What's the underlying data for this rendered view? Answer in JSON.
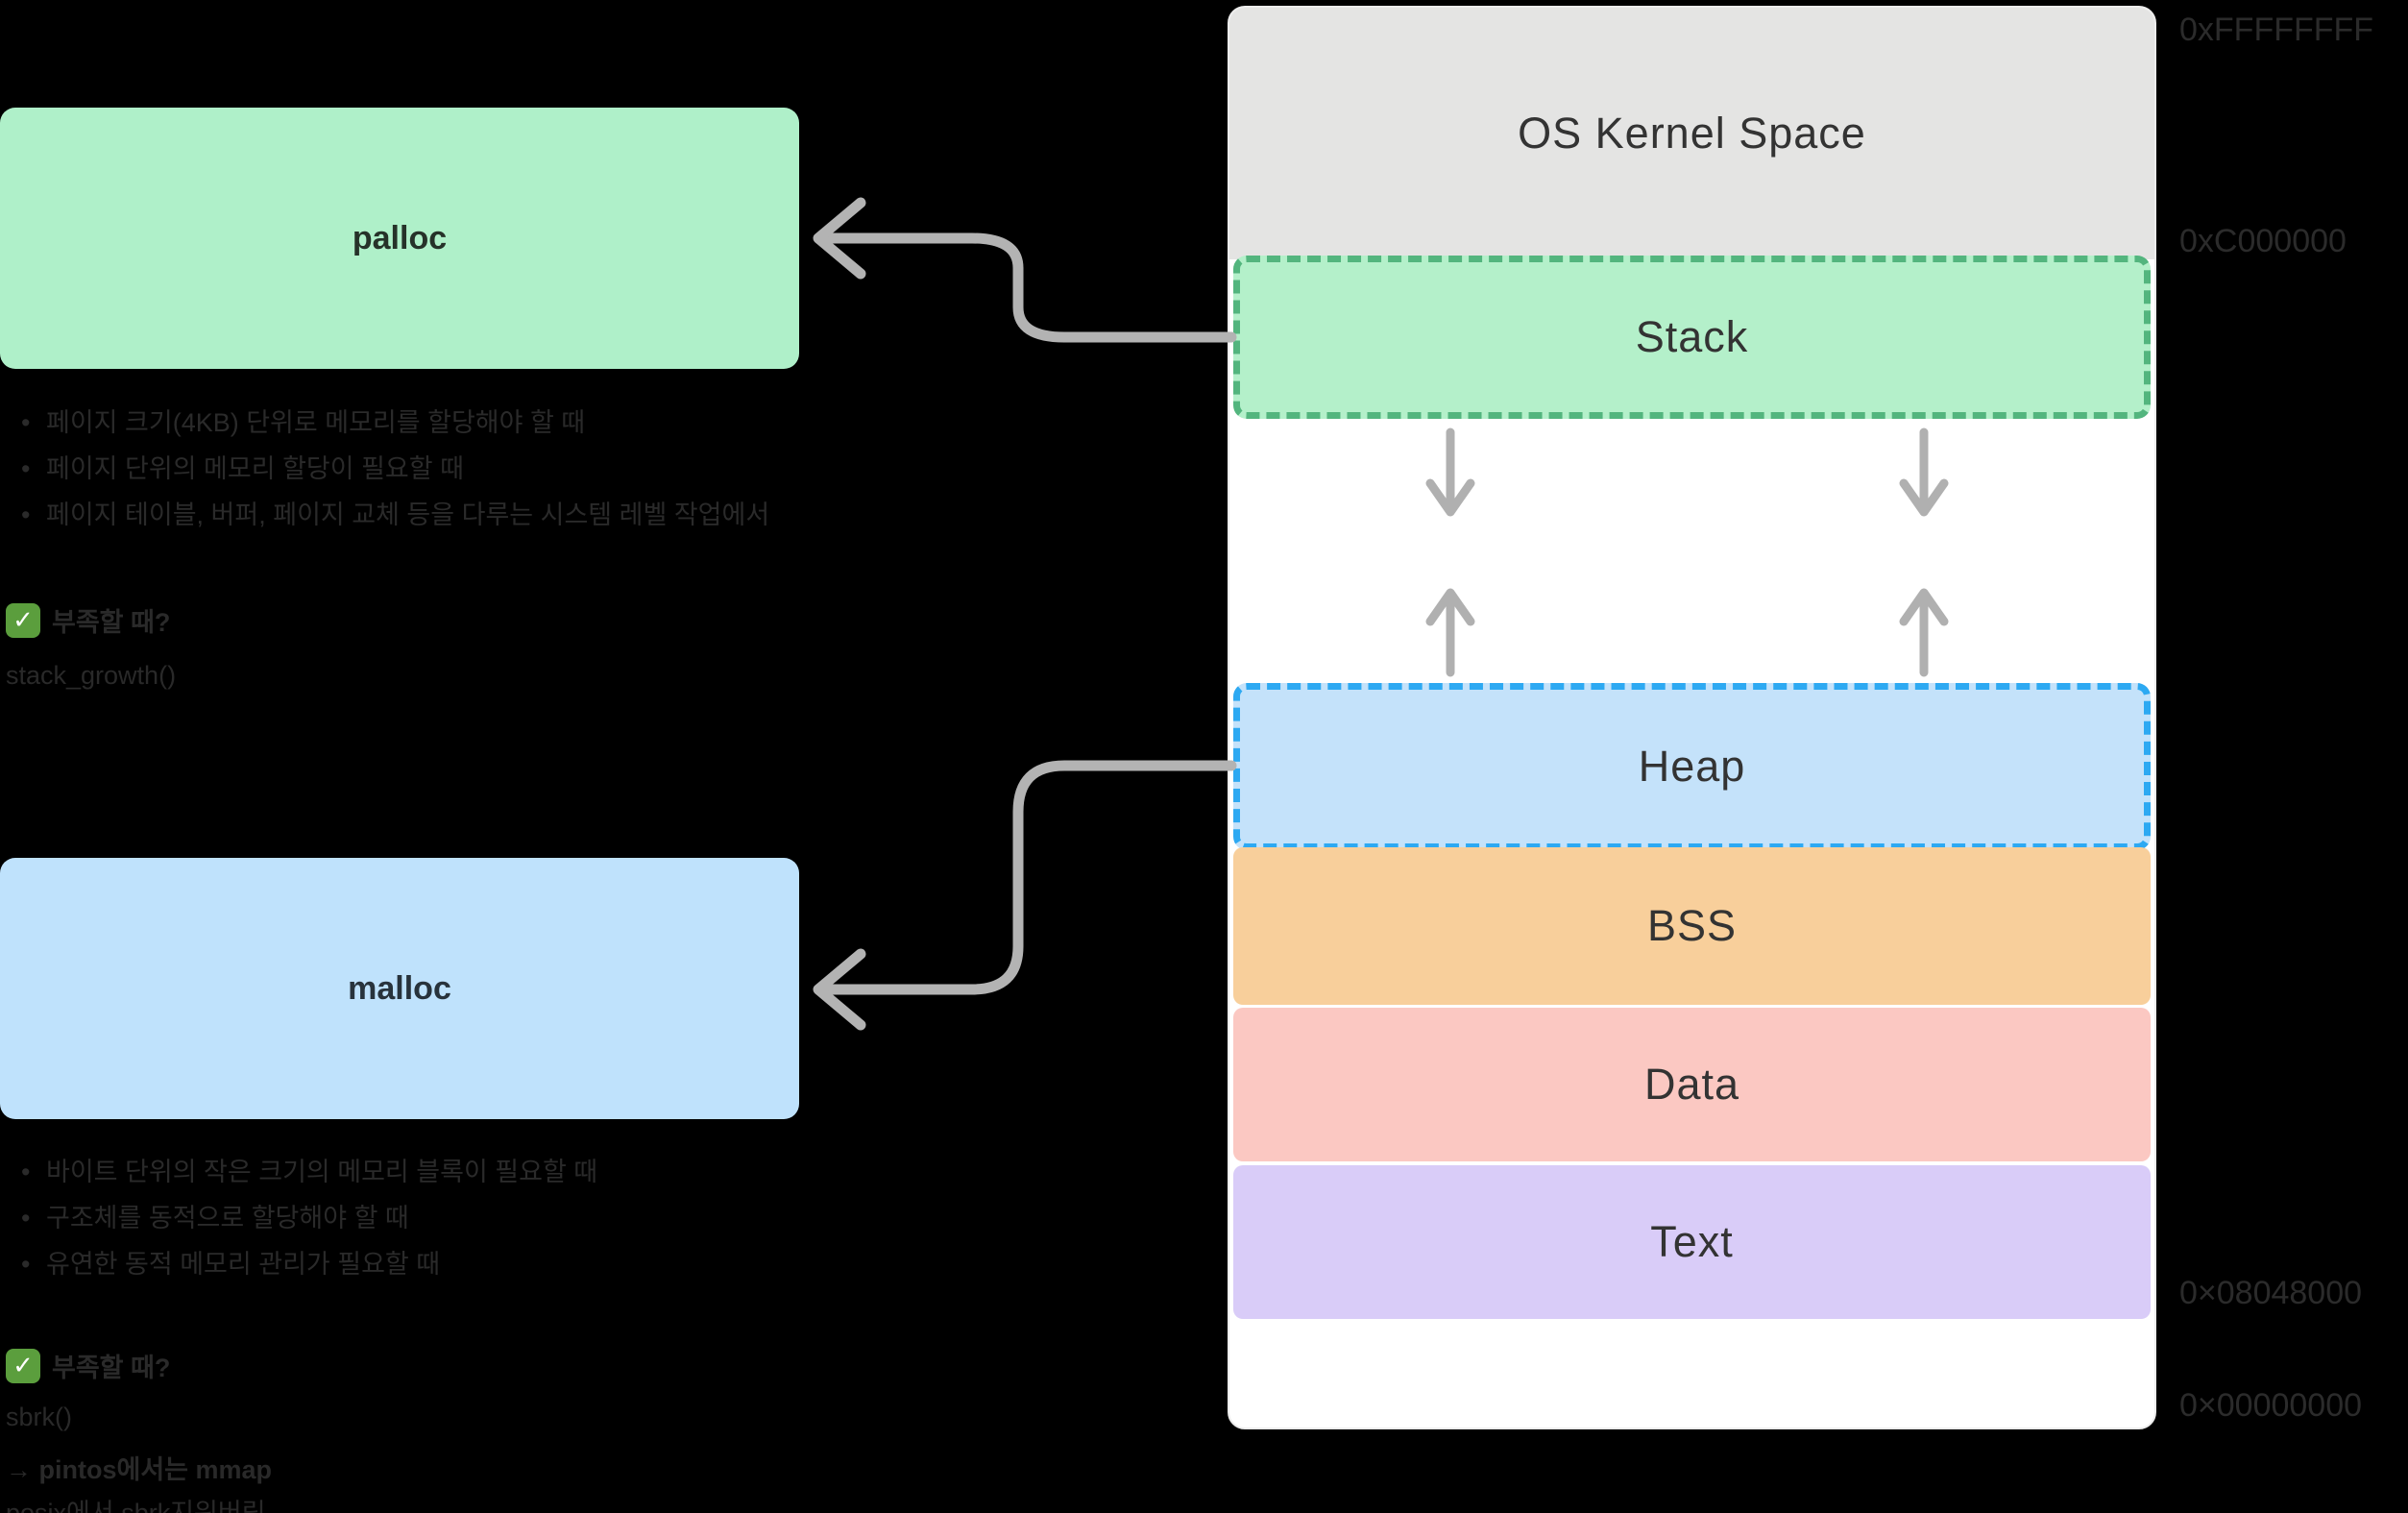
{
  "left_panel": {
    "palloc": {
      "title": "palloc",
      "bullets": [
        "페이지 크기(4KB) 단위로 메모리를 할당해야 할 때",
        "페이지 단위의 메모리 할당이 필요할 때",
        "페이지 테이블, 버퍼, 페이지 교체 등을 다루는 시스템 레벨 작업에서"
      ],
      "check_icon": "✓",
      "check_label": "부족할 때?",
      "shortage_note": "stack_growth()"
    },
    "malloc": {
      "title": "malloc",
      "bullets": [
        "바이트 단위의 작은 크기의 메모리 블록이 필요할 때",
        "구조체를 동적으로 할당해야 할 때",
        "유연한 동적 메모리 관리가 필요할 때"
      ],
      "check_icon": "✓",
      "check_label": "부족할 때?",
      "shortage_notes": {
        "line1": "sbrk()",
        "line2": "→ pintos에서는 mmap",
        "line3": "posix에서 sbrk지워버림"
      }
    }
  },
  "memory_map": {
    "sections": [
      {
        "id": "kernel",
        "label": "OS Kernel Space",
        "fill": "#e4e4e3"
      },
      {
        "id": "stack",
        "label": "Stack",
        "fill": "#b4f0ca",
        "border": "#53b57e",
        "border_style": "dashed"
      },
      {
        "id": "heap",
        "label": "Heap",
        "fill": "#c4e2fa",
        "border": "#2da9f2",
        "border_style": "dashed"
      },
      {
        "id": "bss",
        "label": "BSS",
        "fill": "#f8cf9b"
      },
      {
        "id": "data",
        "label": "Data",
        "fill": "#fbc8c2"
      },
      {
        "id": "text",
        "label": "Text",
        "fill": "#d9ccf8"
      }
    ],
    "growth": "stack grows down, heap grows up",
    "addresses": [
      {
        "label": "0xFFFFFFFF"
      },
      {
        "label": "0xC000000"
      },
      {
        "label": "0×08048000"
      },
      {
        "label": "0×00000000"
      }
    ]
  },
  "colors": {
    "background": "#000000",
    "card": "#ffffff",
    "arrow_gray": "#b3b3b3",
    "palloc_box": "#aff0c9",
    "malloc_box": "#bfe2fc",
    "check_green": "#5b9e3d",
    "note_text": "#2a2a2a"
  }
}
